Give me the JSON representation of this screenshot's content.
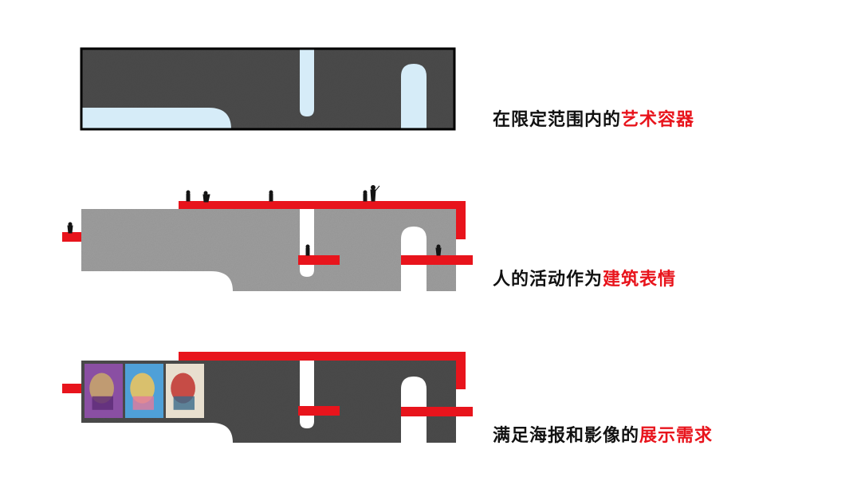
{
  "colors": {
    "dark_wall": "#4a4a4a",
    "light_wall": "#9c9c9c",
    "void_blue": "#d6ecf8",
    "void_white": "#ffffff",
    "red_ledge": "#e8141c",
    "figure": "#141414"
  },
  "panels": [
    {
      "caption_plain": "在限定范围内的",
      "caption_highlight": "艺术容器"
    },
    {
      "caption_plain": "人的活动作为",
      "caption_highlight": "建筑表情"
    },
    {
      "caption_plain": "满足海报和影像的",
      "caption_highlight": "展示需求"
    }
  ],
  "posters": [
    {
      "name": "purple-poster",
      "colors": [
        "#8a4fa3",
        "#c9a86a",
        "#5b2a75"
      ]
    },
    {
      "name": "swirl-poster",
      "colors": [
        "#4fa0d8",
        "#f1c65a",
        "#e27a9c"
      ]
    },
    {
      "name": "red-figure-poster",
      "colors": [
        "#e8dfcf",
        "#c0322e",
        "#3a6a8a"
      ]
    }
  ]
}
